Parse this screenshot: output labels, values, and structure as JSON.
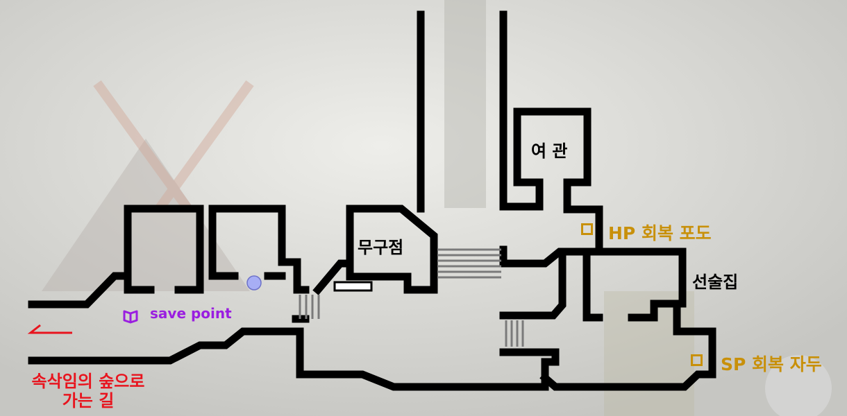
{
  "map": {
    "buildings": {
      "inn": "여 관",
      "weapon_shop": "무구점",
      "tavern": "선술집"
    },
    "items": {
      "hp": "HP 회복 포도",
      "sp": "SP 회복 자두"
    },
    "save_point": "save point",
    "exit_label": [
      "속삭임의 숲으로",
      "가는 길"
    ]
  },
  "colors": {
    "walls": "#000000",
    "item_markers": "#c8900a",
    "exit_arrow": "#e8141e",
    "save_point": "#9a1ee0",
    "npc_dot": "#a7aef5"
  },
  "icons": {
    "save": "book-icon",
    "exit": "arrow-left-icon",
    "npc": "circle-marker"
  }
}
